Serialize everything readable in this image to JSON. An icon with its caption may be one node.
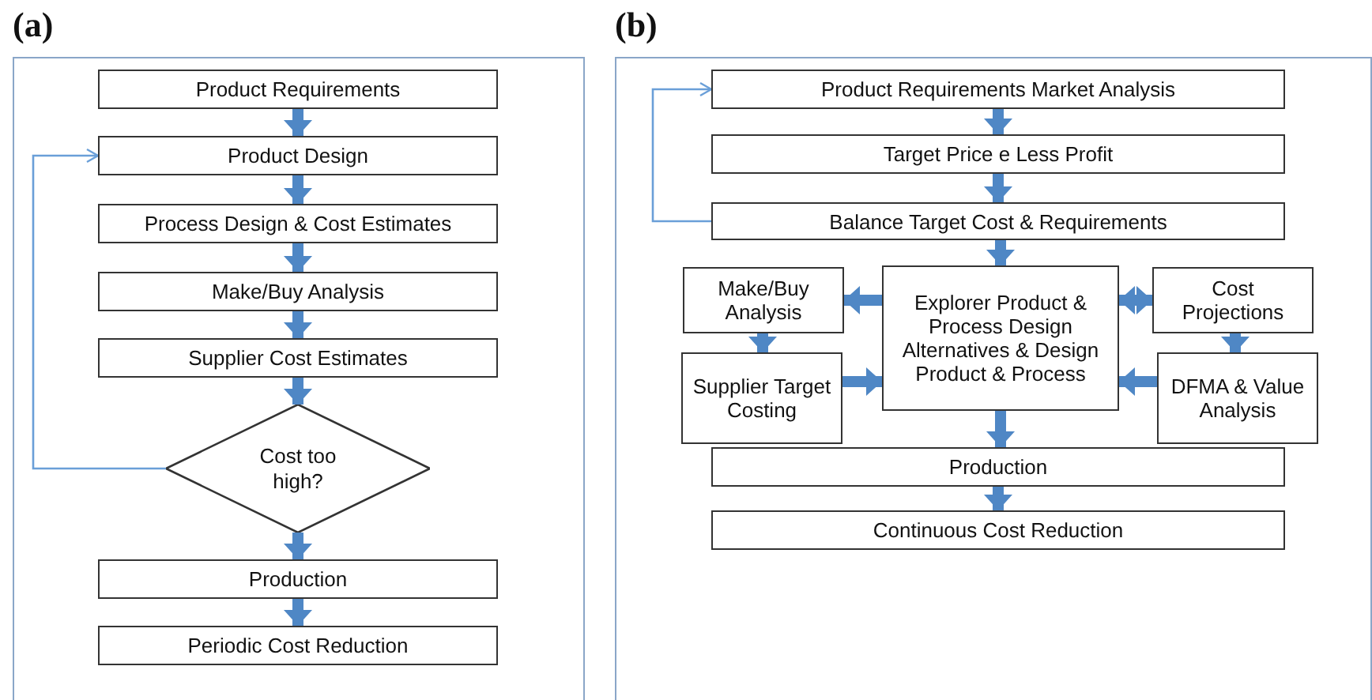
{
  "diagram": {
    "nodes": [
      {
        "text": [
          "(a)"
        ]
      },
      {
        "text": [
          "Product Requirements"
        ],
        "in": 0
      },
      {
        "text": [
          "Product Design"
        ],
        "in": 0
      },
      {
        "text": [
          "Process Design & Cost Estimates"
        ],
        "in": 0
      },
      {
        "text": [
          "Make/Buy Analysis"
        ],
        "in": 0
      },
      {
        "text": [
          "Supplier Cost Estimates"
        ],
        "in": 0
      },
      {
        "text": [
          "Cost too high?"
        ],
        "in": 0
      },
      {
        "text": [
          "Production"
        ],
        "in": 0
      },
      {
        "text": [
          "Periodic Cost Reduction"
        ],
        "in": 0
      },
      {
        "text": [
          "(b)"
        ]
      },
      {
        "text": [
          "Product Requirements Market Analysis"
        ],
        "in": 9
      },
      {
        "text": [
          "Target Price e Less Profit"
        ],
        "in": 9
      },
      {
        "text": [
          "Balance Target Cost & Requirements"
        ],
        "in": 9
      },
      {
        "text": [
          "Make/Buy Analysis"
        ],
        "in": 9
      },
      {
        "text": [
          "Explorer Product & Process Design Alternatives & Design Product & Process"
        ],
        "in": 9
      },
      {
        "text": [
          "Cost Projections"
        ],
        "in": 9
      },
      {
        "text": [
          "Supplier Target Costing"
        ],
        "in": 9
      },
      {
        "text": [
          "DFMA & Value Analysis"
        ],
        "in": 9
      },
      {
        "text": [
          "Production"
        ],
        "in": 9
      },
      {
        "text": [
          "Continuous Cost Reduction"
        ],
        "in": 9
      }
    ],
    "edges": [
      {
        "from": 1,
        "to": 2,
        "arrow": "to"
      },
      {
        "from": 2,
        "to": 3,
        "arrow": "to"
      },
      {
        "from": 3,
        "to": 4,
        "arrow": "to"
      },
      {
        "from": 4,
        "to": 5,
        "arrow": "to"
      },
      {
        "from": 5,
        "to": 6,
        "arrow": "to"
      },
      {
        "from": 6,
        "to": 7,
        "arrow": "to"
      },
      {
        "from": 7,
        "to": 8,
        "arrow": "to"
      },
      {
        "from": 6,
        "to": 2,
        "arrow": "to",
        "color": "#6a9fd8"
      },
      {
        "from": 10,
        "to": 11,
        "arrow": "to"
      },
      {
        "from": 11,
        "to": 12,
        "arrow": "to"
      },
      {
        "from": 12,
        "to": 14,
        "arrow": "to"
      },
      {
        "from": 14,
        "to": 13,
        "arrow": "to"
      },
      {
        "from": 14,
        "to": 15,
        "arrow": "both"
      },
      {
        "from": 13,
        "to": 16,
        "arrow": "to"
      },
      {
        "from": 15,
        "to": 17,
        "arrow": "to"
      },
      {
        "from": 16,
        "to": 14,
        "arrow": "to"
      },
      {
        "from": 17,
        "to": 14,
        "arrow": "to"
      },
      {
        "from": 14,
        "to": 18,
        "arrow": "to"
      },
      {
        "from": 18,
        "to": 19,
        "arrow": "to"
      },
      {
        "from": 12,
        "to": 10,
        "arrow": "to",
        "color": "#6a9fd8"
      }
    ]
  }
}
